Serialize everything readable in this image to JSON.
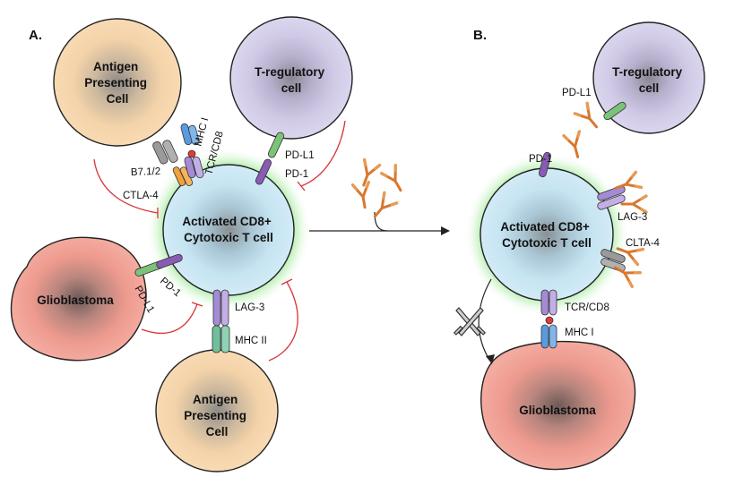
{
  "panels": {
    "a": {
      "label": "A.",
      "cells": {
        "apc_top": [
          "Antigen",
          "Presenting",
          "Cell"
        ],
        "treg": [
          "T-regulatory",
          "cell"
        ],
        "cd8": [
          "Activated CD8+",
          "Cytotoxic T cell"
        ],
        "glioblastoma": "Glioblastoma",
        "apc_bottom": [
          "Antigen",
          "Presenting",
          "Cell"
        ]
      },
      "molecules": {
        "b7": "B7.1/2",
        "ctla4": "CTLA-4",
        "mhc1": "MHC I",
        "tcr": "TCR/CD8",
        "pdl1_treg": "PD-L1",
        "pd1_treg": "PD-1",
        "pd1_gbm": "PD-1",
        "pdl1_gbm": "PD-L1",
        "lag3": "LAG-3",
        "mhc2": "MHC II"
      }
    },
    "b": {
      "label": "B.",
      "cells": {
        "treg": [
          "T-regulatory",
          "cell"
        ],
        "cd8": [
          "Activated CD8+",
          "Cytotoxic T cell"
        ],
        "glioblastoma": "Glioblastoma"
      },
      "molecules": {
        "pdl1": "PD-L1",
        "pd1": "PD-1",
        "lag3": "LAG-3",
        "ctla4": "CLTA-4",
        "tcr": "TCR/CD8",
        "mhc1": "MHC I"
      }
    }
  },
  "colors": {
    "apc": "#f7d4a8",
    "treg": "#cfc9e6",
    "tcell": "#c9e6f3",
    "tcell_glow": "#7ee07e",
    "glioblastoma": "#ee9a8e",
    "inhibition": "#d9343a",
    "antibody": "#e0823a",
    "pd1": "#8a5bb5",
    "pdl1": "#7cc37a",
    "mhc": "#5a9be0",
    "ctla4": "#f0a03c",
    "b7": "#9a9a9a",
    "lag3": "#a58bd6",
    "mhc2": "#6fbf9b"
  }
}
